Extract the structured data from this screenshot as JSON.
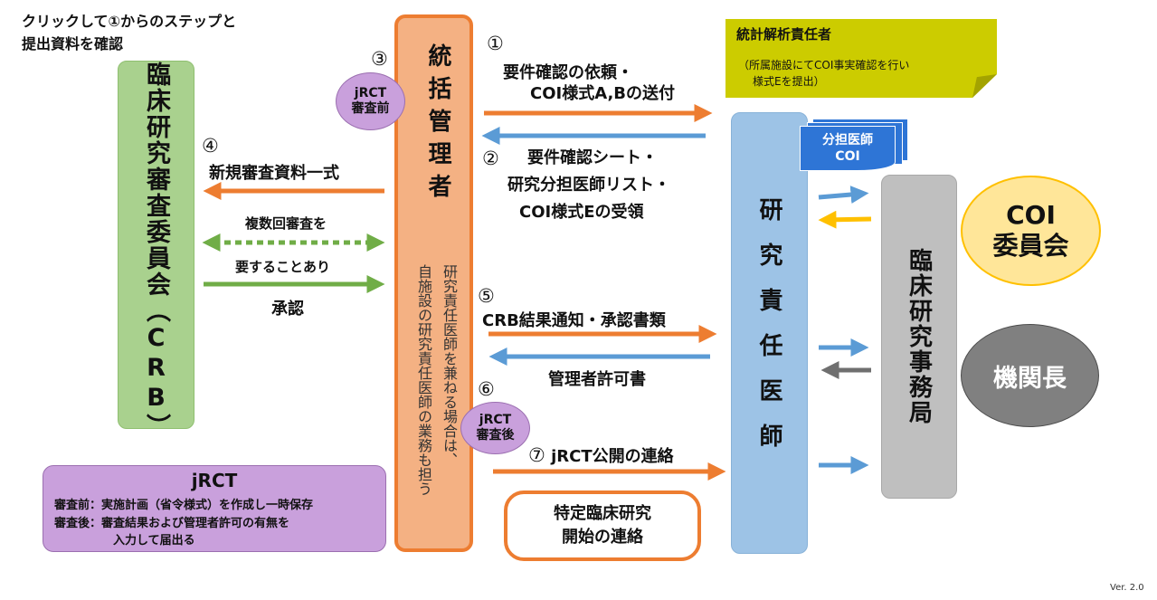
{
  "instruction": {
    "line1": "クリックして①からのステップと",
    "line2": "提出資料を確認"
  },
  "crb": {
    "label": "臨床研究審査委員会（CRB）"
  },
  "manager": {
    "label": "統括管理者",
    "note_line1": "研究責任医師を兼ねる場合は、",
    "note_line2": "自施設の研究責任医師の業務も担う"
  },
  "researcher": {
    "label": "研究責任医師"
  },
  "office": {
    "label": "臨床研究事務局"
  },
  "coi_committee": {
    "line1": "COI",
    "line2": "委員会"
  },
  "director": {
    "label": "機関長"
  },
  "stat_note": {
    "title": "統計解析責任者",
    "line1": "（所属施設にてCOI事実確認を行い",
    "line2": "様式Eを提出）"
  },
  "doc_stack": {
    "line1": "分担医師",
    "line2": "COI"
  },
  "step1": {
    "num": "①",
    "line1": "要件確認の依頼・",
    "line2": "COI様式A,Bの送付"
  },
  "step2": {
    "num": "②",
    "line1": "要件確認シート・",
    "line2": "研究分担医師リスト・",
    "line3": "COI様式Eの受領"
  },
  "step3": {
    "num": "③",
    "badge_line1": "jRCT",
    "badge_line2": "審査前"
  },
  "step4": {
    "num": "④",
    "label": "新規審査資料一式"
  },
  "multi_review": {
    "line1": "複数回審査を",
    "line2": "要することあり"
  },
  "approval": {
    "label": "承認"
  },
  "step5": {
    "num": "⑤",
    "label": "CRB結果通知・承認書類"
  },
  "permit": {
    "label": "管理者許可書"
  },
  "step6": {
    "num": "⑥",
    "badge_line1": "jRCT",
    "badge_line2": "審査後"
  },
  "step7": {
    "num": "⑦",
    "label": "jRCT公開の連絡"
  },
  "start_notice": {
    "line1": "特定臨床研究",
    "line2": "開始の連絡"
  },
  "jrct_box": {
    "title": "jRCT",
    "line1": "審査前：実施計画（省令様式）を作成し一時保存",
    "line2": "審査後：審査結果および管理者許可の有無を",
    "line3": "入力して届出る"
  },
  "version": "Ver. 2.0",
  "colors": {
    "orange": "#ED7D31",
    "blue": "#5B9BD5",
    "green": "#70AD47",
    "yellow": "#FFC000",
    "gray": "#7F7F7F",
    "crb_fill": "#A9D18E",
    "manager_fill": "#F4B183",
    "researcher_fill": "#9DC3E6",
    "office_fill": "#BFBFBF",
    "coi_fill": "#FFE699",
    "director_fill": "#808080",
    "jrct_fill": "#C9A0DC",
    "stat_fill": "#CCCC00",
    "doc_fill": "#2E75D6"
  }
}
